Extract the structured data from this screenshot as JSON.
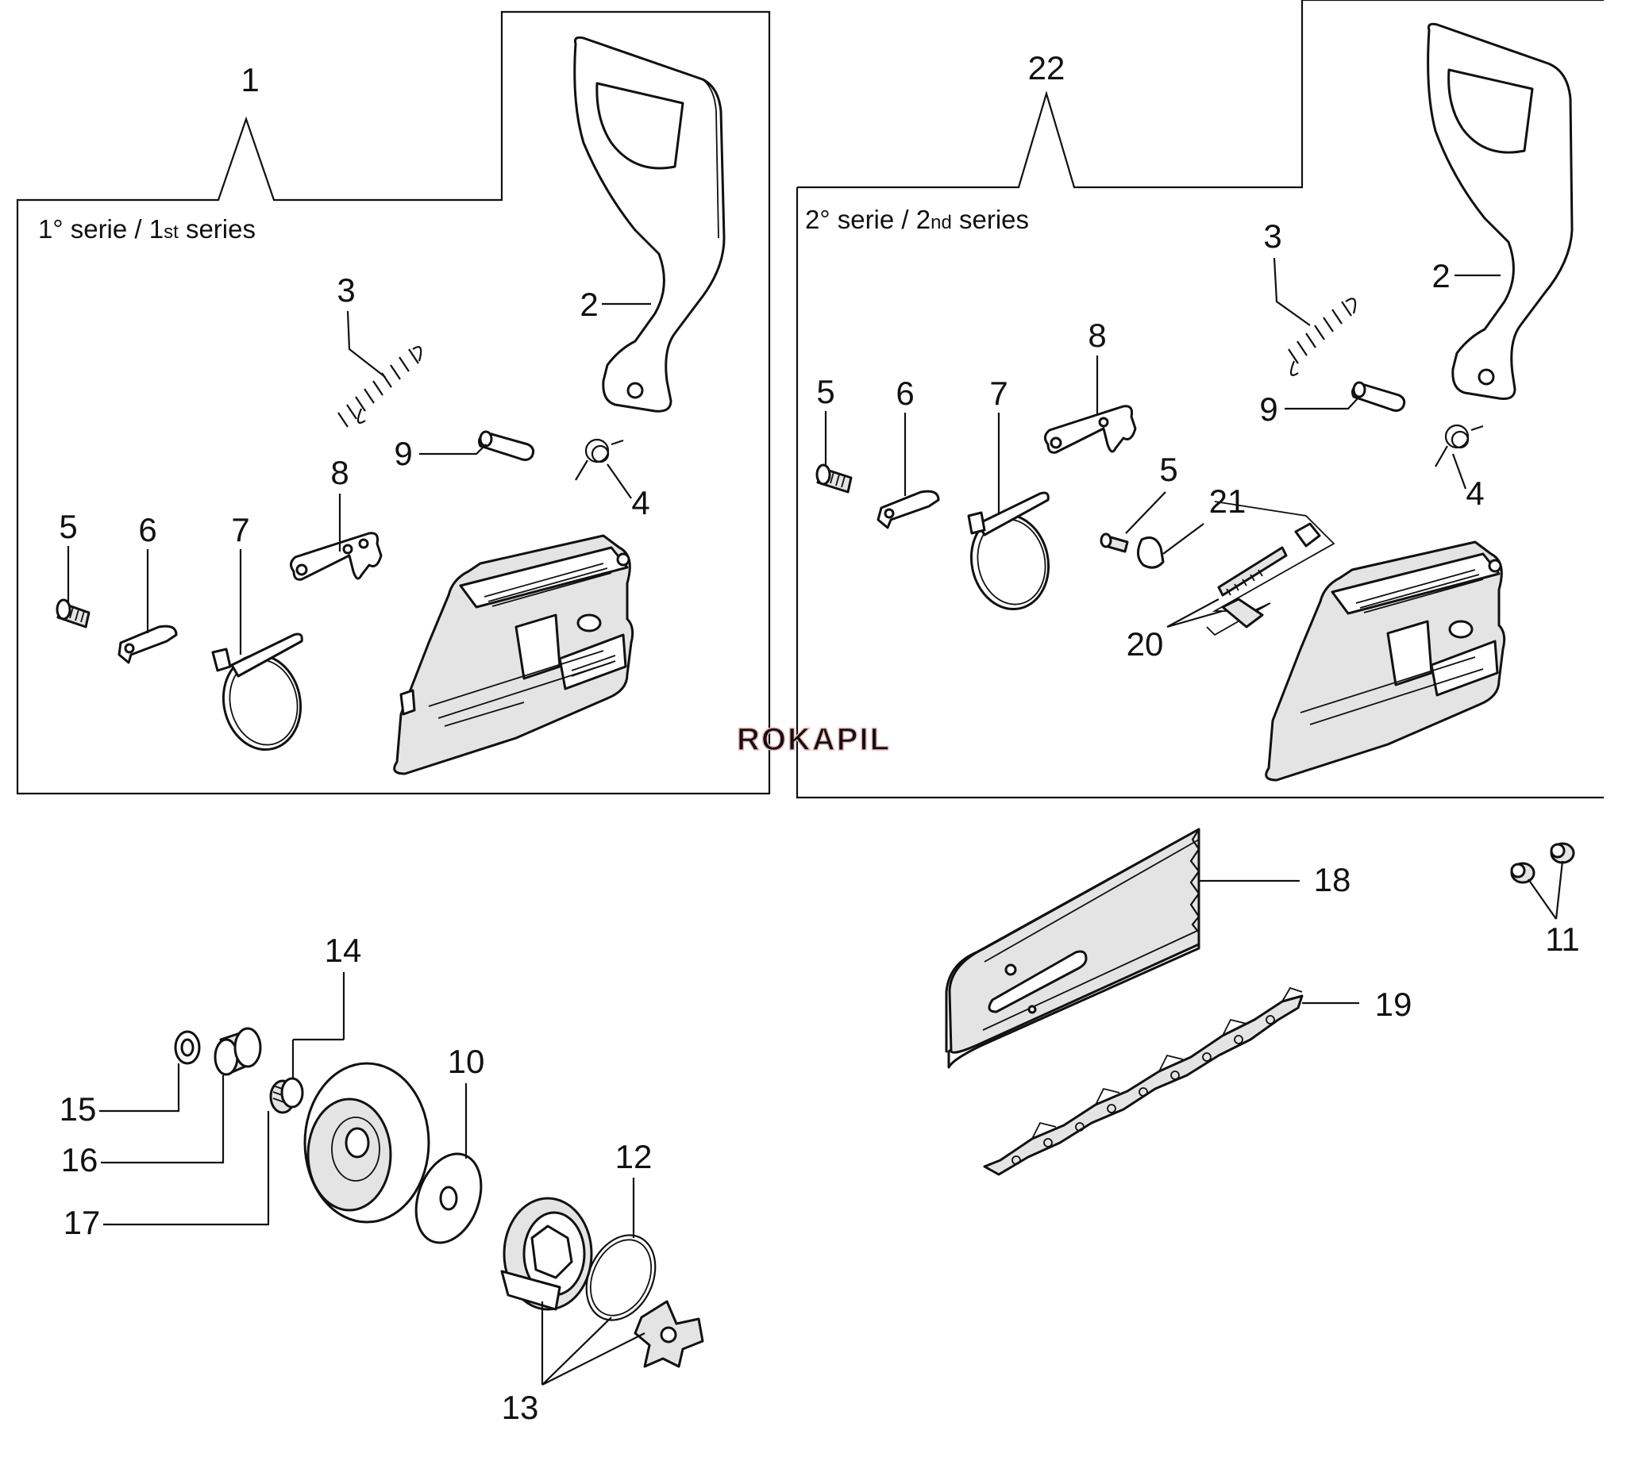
{
  "panels": {
    "first": {
      "series_prefix": "1° serie / 1",
      "series_sup": "st",
      "series_suffix": " series"
    },
    "second": {
      "series_prefix": "2° serie / 2",
      "series_sup": "nd",
      "series_suffix": " series"
    }
  },
  "callouts": {
    "p1_1": "1",
    "p1_2": "2",
    "p1_3": "3",
    "p1_4": "4",
    "p1_5": "5",
    "p1_6": "6",
    "p1_7": "7",
    "p1_8": "8",
    "p1_9": "9",
    "p2_22": "22",
    "p2_2": "2",
    "p2_3": "3",
    "p2_4": "4",
    "p2_5a": "5",
    "p2_5b": "5",
    "p2_6": "6",
    "p2_7": "7",
    "p2_8": "8",
    "p2_9": "9",
    "p2_20": "20",
    "p2_21": "21",
    "b_10": "10",
    "b_11": "11",
    "b_12": "12",
    "b_13": "13",
    "b_14": "14",
    "b_15": "15",
    "b_16": "16",
    "b_17": "17",
    "b_18": "18",
    "b_19": "19"
  },
  "watermark": "ROKAPIL"
}
